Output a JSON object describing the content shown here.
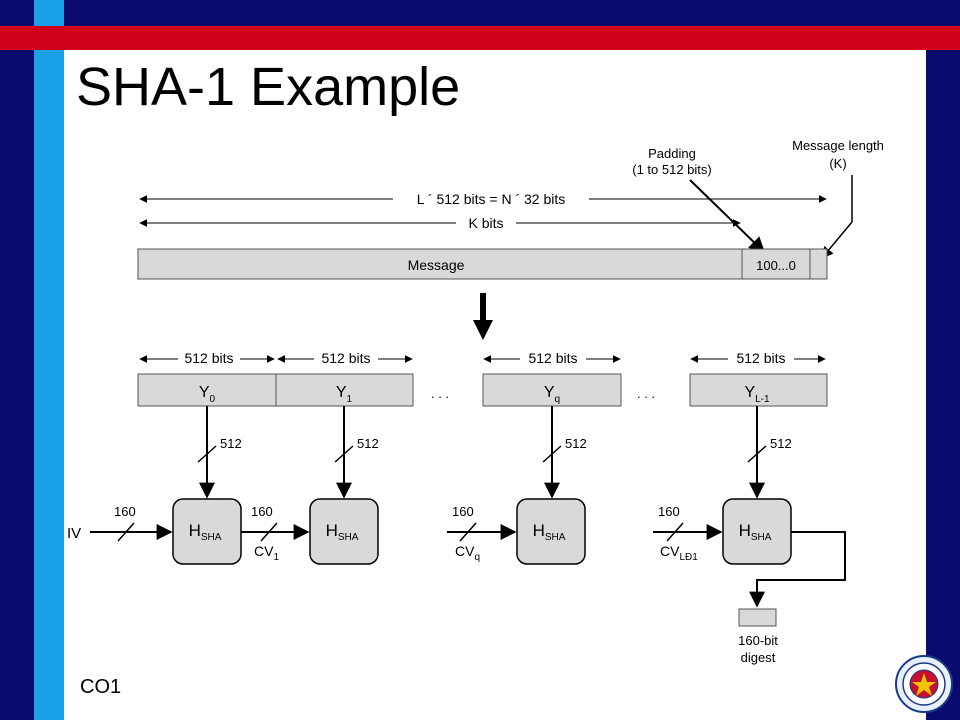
{
  "slide": {
    "title": "SHA-1 Example",
    "footer": "CO1"
  },
  "colors": {
    "navy": "#0a0a6e",
    "cyan": "#1aa0e6",
    "red": "#d0021b",
    "box_fill": "#d9d9d9"
  },
  "diagram": {
    "padding_label_1": "Padding",
    "padding_label_2": "(1 to 512 bits)",
    "length_label_1": "Message length",
    "length_label_2": "(K)",
    "total_length_label": "L ´ 512 bits = N ´ 32 bits",
    "k_bits_label": "K bits",
    "message_label": "Message",
    "padding_value": "100...0",
    "ellipsis": ". . .",
    "blocks": [
      {
        "width_label": "512 bits",
        "main": "Y",
        "sub": "0",
        "input_label": "512"
      },
      {
        "width_label": "512 bits",
        "main": "Y",
        "sub": "1",
        "input_label": "512"
      },
      {
        "width_label": "512 bits",
        "main": "Y",
        "sub": "q",
        "input_label": "512"
      },
      {
        "width_label": "512 bits",
        "main": "Y",
        "sub": "L-1",
        "input_label": "512"
      }
    ],
    "hash_units": [
      {
        "main": "H",
        "sub": "SHA"
      },
      {
        "main": "H",
        "sub": "SHA"
      },
      {
        "main": "H",
        "sub": "SHA"
      },
      {
        "main": "H",
        "sub": "SHA"
      }
    ],
    "chain": [
      {
        "width": "160",
        "main": "IV",
        "sub": ""
      },
      {
        "width": "160",
        "main": "CV",
        "sub": "1"
      },
      {
        "width": "160",
        "main": "CV",
        "sub": "q"
      },
      {
        "width": "160",
        "main": "CV",
        "sub": "LÐ1"
      }
    ],
    "digest_label_1": "160-bit",
    "digest_label_2": "digest"
  }
}
